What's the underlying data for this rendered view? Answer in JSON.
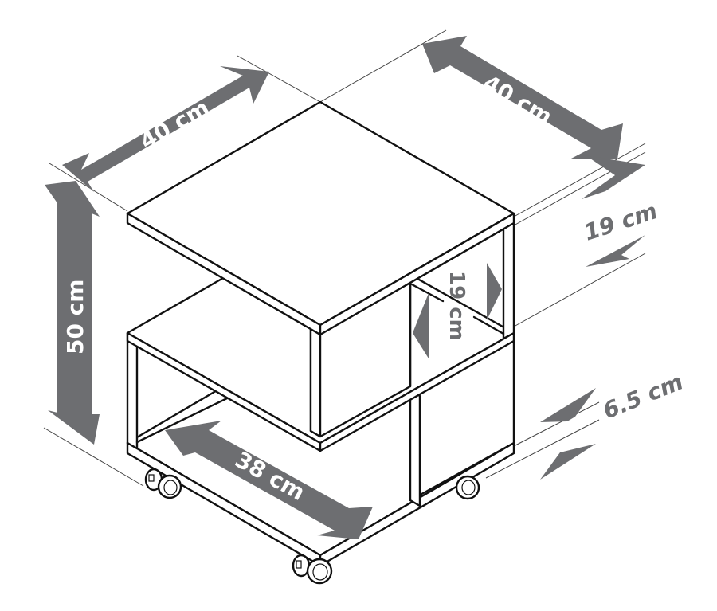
{
  "diagram": {
    "subject": "Rolling side table with shelves and casters",
    "colors": {
      "arrow": "#6d6e71",
      "line": "#111111",
      "background": "#ffffff",
      "label_on_arrow": "#ffffff"
    },
    "dimensions": {
      "top_depth": {
        "label": "40 cm",
        "value": 40,
        "unit": "cm"
      },
      "top_width": {
        "label": "40 cm",
        "value": 40,
        "unit": "cm"
      },
      "total_height": {
        "label": "50 cm",
        "value": 50,
        "unit": "cm"
      },
      "upper_compartment_height_side": {
        "label": "19 cm",
        "value": 19,
        "unit": "cm"
      },
      "upper_compartment_height_inner": {
        "label": "19 cm",
        "value": 19,
        "unit": "cm"
      },
      "base_thickness_with_casters": {
        "label": "6.5 cm",
        "value": 6.5,
        "unit": "cm"
      },
      "bottom_shelf_width": {
        "label": "38 cm",
        "value": 38,
        "unit": "cm"
      }
    },
    "components": {
      "top_panel": "top-panel",
      "middle_shelf": "middle-shelf",
      "bottom_panel": "bottom-panel",
      "casters_count": 3
    }
  }
}
